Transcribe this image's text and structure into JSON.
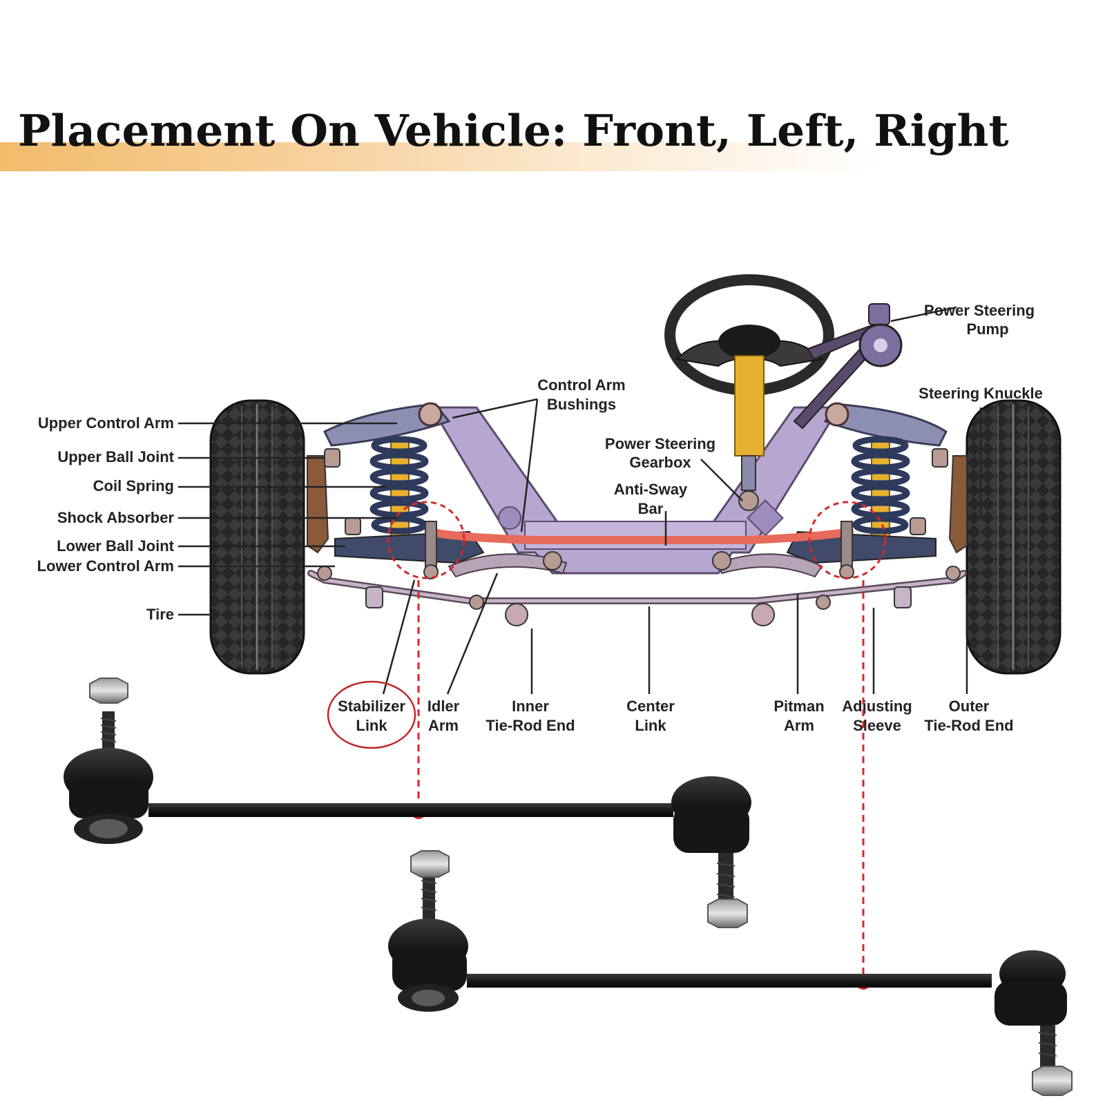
{
  "title": "Placement On Vehicle: Front, Left, Right",
  "labels": {
    "upper_control_arm": "Upper Control Arm",
    "upper_ball_joint": "Upper Ball Joint",
    "coil_spring": "Coil Spring",
    "shock_absorber": "Shock Absorber",
    "lower_ball_joint": "Lower Ball Joint",
    "lower_control_arm": "Lower Control Arm",
    "tire": "Tire",
    "control_arm_bushings": [
      "Control Arm",
      "Bushings"
    ],
    "power_steering_gearbox": [
      "Power Steering",
      "Gearbox"
    ],
    "anti_sway_bar": [
      "Anti-Sway",
      "Bar"
    ],
    "power_steering_pump": [
      "Power Steering",
      "Pump"
    ],
    "steering_knuckle": "Steering Knuckle",
    "stabilizer_link": [
      "Stabilizer",
      "Link"
    ],
    "idler_arm": [
      "Idler",
      "Arm"
    ],
    "inner_tie_rod_end": [
      "Inner",
      "Tie-Rod End"
    ],
    "center_link": [
      "Center",
      "Link"
    ],
    "pitman_arm": [
      "Pitman",
      "Arm"
    ],
    "adjusting_sleeve": [
      "Adjusting",
      "Sleeve"
    ],
    "outer_tie_rod_end": [
      "Outer",
      "Tie-Rod End"
    ]
  },
  "colors": {
    "highlight_red": "#d62828",
    "frame_lavender": "#b7a6d0",
    "frame_outline": "#5a4a6e",
    "coil_navy": "#2e3a5c",
    "shock_yellow": "#e6b030",
    "tire_dark": "#2f2f2f",
    "title_band_orange": "#f1bb6c",
    "part_black": "#1c1c1c"
  }
}
